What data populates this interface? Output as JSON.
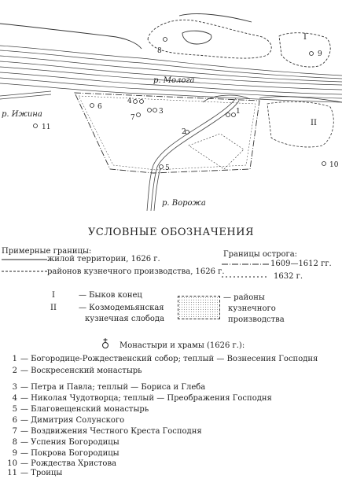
{
  "map": {
    "river_labels": {
      "mologa": "р. Молога",
      "izhina": "р. Ижина",
      "vorozha": "р. Ворожа"
    },
    "markers": [
      "1",
      "2",
      "3",
      "4",
      "5",
      "6",
      "7",
      "8",
      "9",
      "10",
      "11"
    ],
    "districts": [
      "I",
      "II"
    ]
  },
  "legend": {
    "title": "УСЛОВНЫЕ ОБОЗНАЧЕНИЯ",
    "approx_header": "Примерные границы:",
    "living_territory": "жилой территории, 1626 г.",
    "smithy_districts": "районов кузнечного производства, 1626 г.",
    "ostrog_header": "Границы острога:",
    "ostrog_1609": "1609—1612 гг.",
    "ostrog_1632": "1632 г.",
    "end_1_num": "I",
    "end_1": "— Быков конец",
    "end_2_num": "II",
    "end_2_a": "— Козмодемьянская",
    "end_2_b": "кузнечная слобода",
    "smithy_area_a": "— районы",
    "smithy_area_b": "кузнечного",
    "smithy_area_c": "производства",
    "monasteries": "Монастыри и храмы (1626 г.):"
  },
  "churches": [
    {
      "num": "1",
      "text": "— Богородице-Рождественский собор; теплый — Вознесения Господня"
    },
    {
      "num": "2",
      "text": "— Воскресенский монастырь"
    },
    {
      "num": "3",
      "text": "— Петра и Павла; теплый — Бориса и Глеба"
    },
    {
      "num": "4",
      "text": "— Николая Чудотворца; теплый — Преображения Господня"
    },
    {
      "num": "5",
      "text": "— Благовещенский монастырь"
    },
    {
      "num": "6",
      "text": "— Димитрия Солунского"
    },
    {
      "num": "7",
      "text": "— Воздвижения Честного Креста Господня"
    },
    {
      "num": "8",
      "text": "— Успения Богородицы"
    },
    {
      "num": "9",
      "text": "— Покрова Богородицы"
    },
    {
      "num": "10",
      "text": "— Рождества Христова"
    },
    {
      "num": "11",
      "text": "— Троицы"
    }
  ]
}
